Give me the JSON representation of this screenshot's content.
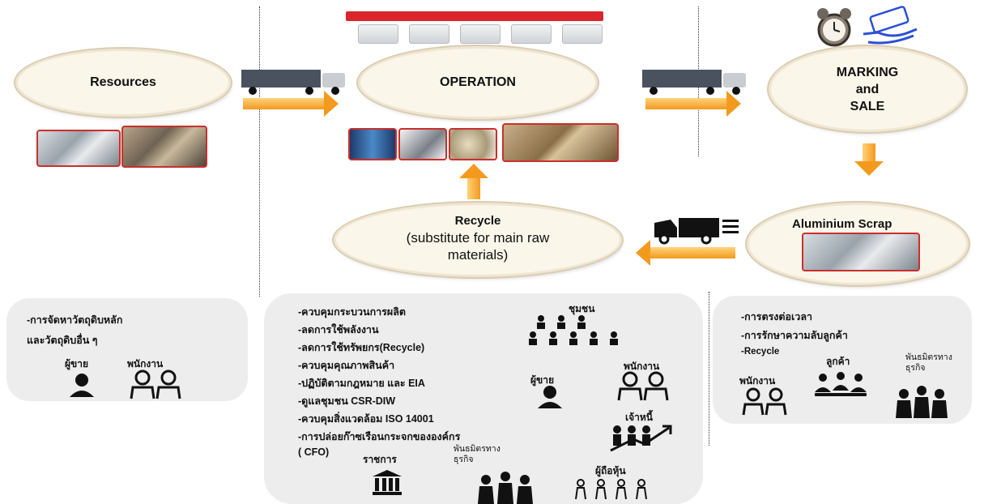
{
  "nodes": {
    "resources": "Resources",
    "operation": "OPERATION",
    "marking": [
      "MARKING",
      "and",
      "SALE"
    ],
    "recycle_title": "Recycle",
    "recycle_sub": [
      "(substitute for main raw",
      "materials)"
    ],
    "scrap": "Aluminium Scrap"
  },
  "left_panel": {
    "lines": [
      "-การจัดหาวัตถุดิบหลัก",
      "และวัตถุดิบอื่น ๆ"
    ],
    "stakeholders": [
      "ผู้ขาย",
      "พนักงาน"
    ]
  },
  "middle_panel": {
    "lines": [
      "-ควบคุมกระบวนการผลิต",
      "-ลดการใช้พลังงาน",
      "-ลดการใช้ทรัพยกร(Recycle)",
      "-ควบคุมคุณภาพสินค้า",
      "-ปฏิบัติตามกฎหมาย และ EIA",
      "-ดูแลชุมชน CSR-DIW",
      "-ควบคุมสิ่งแวดล้อม ISO 14001",
      "-การปล่อยก๊าซเรือนกระจกขององค์กร",
      "( CFO)"
    ],
    "community": "ชุมชน",
    "employees": "พนักงาน",
    "seller": "ผู้ขาย",
    "creditor": "เจ้าหนี้",
    "government": "ราชการ",
    "partners": [
      "พันธมิตรทาง",
      "ธุรกิจ"
    ],
    "shareholders": "ผู้ถือหุ้น"
  },
  "right_panel": {
    "lines": [
      "-การตรงต่อเวลา",
      "-การรักษาความลับลูกค้า",
      "-Recycle"
    ],
    "employees": "พนักงาน",
    "customers": "ลูกค้า",
    "partners": [
      "พันธมิตรทาง",
      "ธุรกิจ"
    ]
  },
  "colors": {
    "arrow": "#f39a1e",
    "panel": "#ededed",
    "oval": "#fbf6ea",
    "accent_red": "#d9252b"
  }
}
